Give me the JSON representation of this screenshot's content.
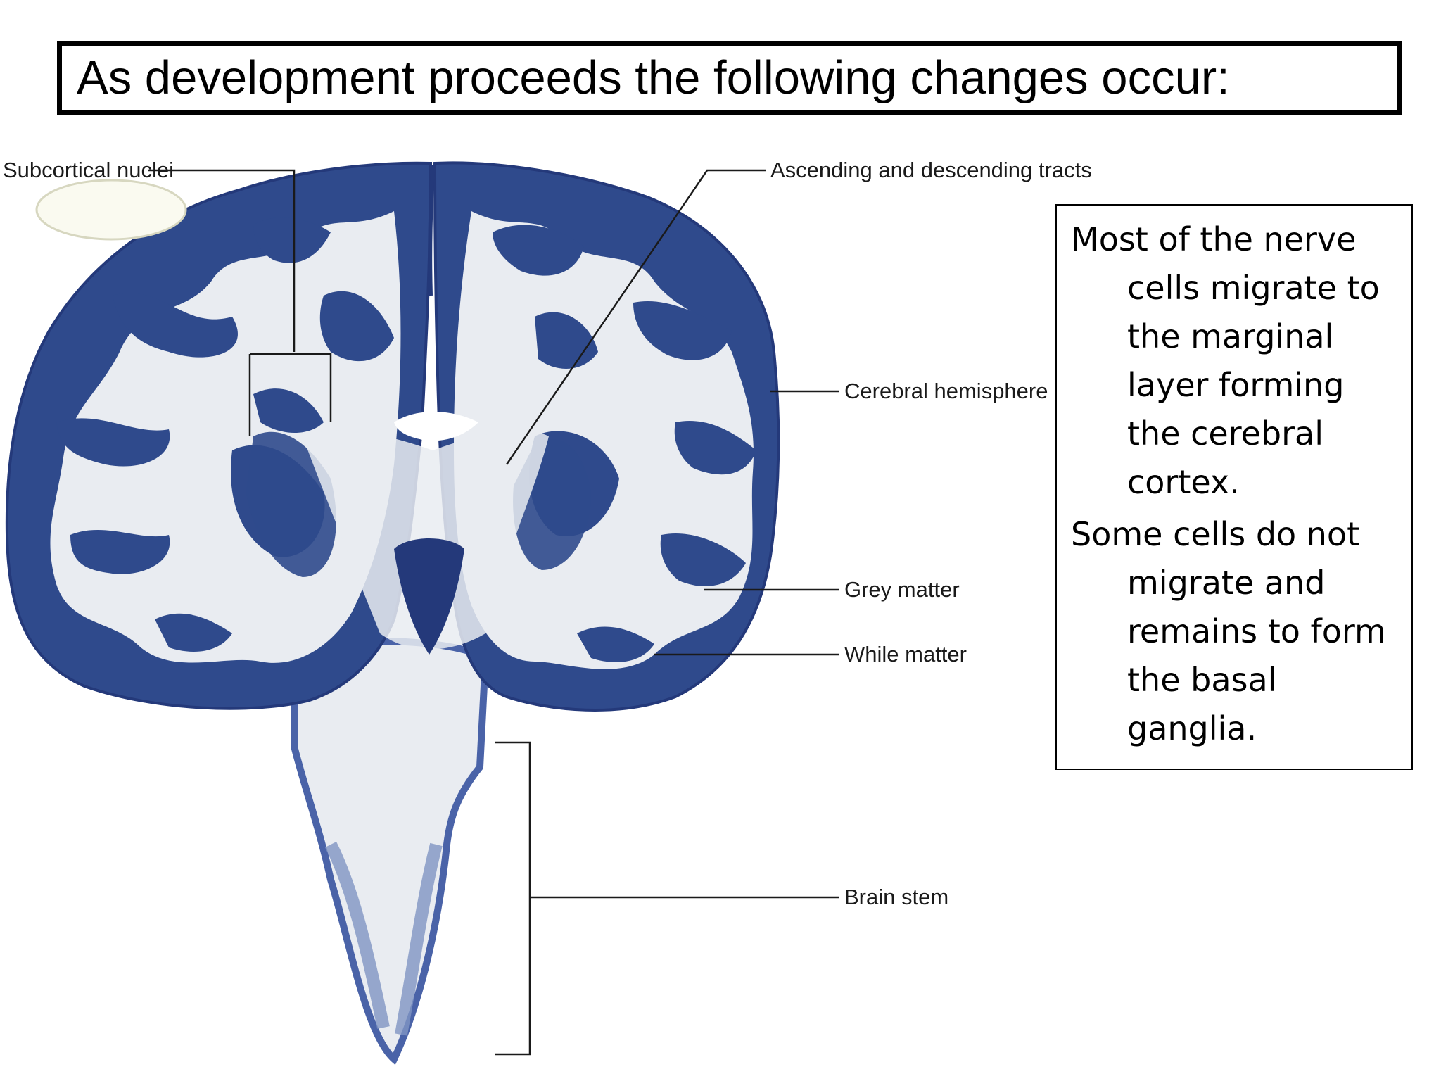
{
  "title": "As development proceeds the following changes occur:",
  "labels": {
    "subcortical_nuclei": "Subcortical nuclei",
    "ascending_descending_tracts": "Ascending and descending tracts",
    "cerebral_hemisphere": "Cerebral hemisphere",
    "grey_matter": "Grey matter",
    "white_matter": "While matter",
    "brain_stem": "Brain stem"
  },
  "textbox": {
    "para1": "Most of the nerve cells  migrate to the marginal layer forming the cerebral cortex.",
    "para2": "Some cells do not migrate and remains to form the basal ganglia."
  },
  "colors": {
    "grey_matter": "#2f4a8c",
    "white_matter": "#e9ecf1",
    "stain_light": "#7f95c3"
  }
}
